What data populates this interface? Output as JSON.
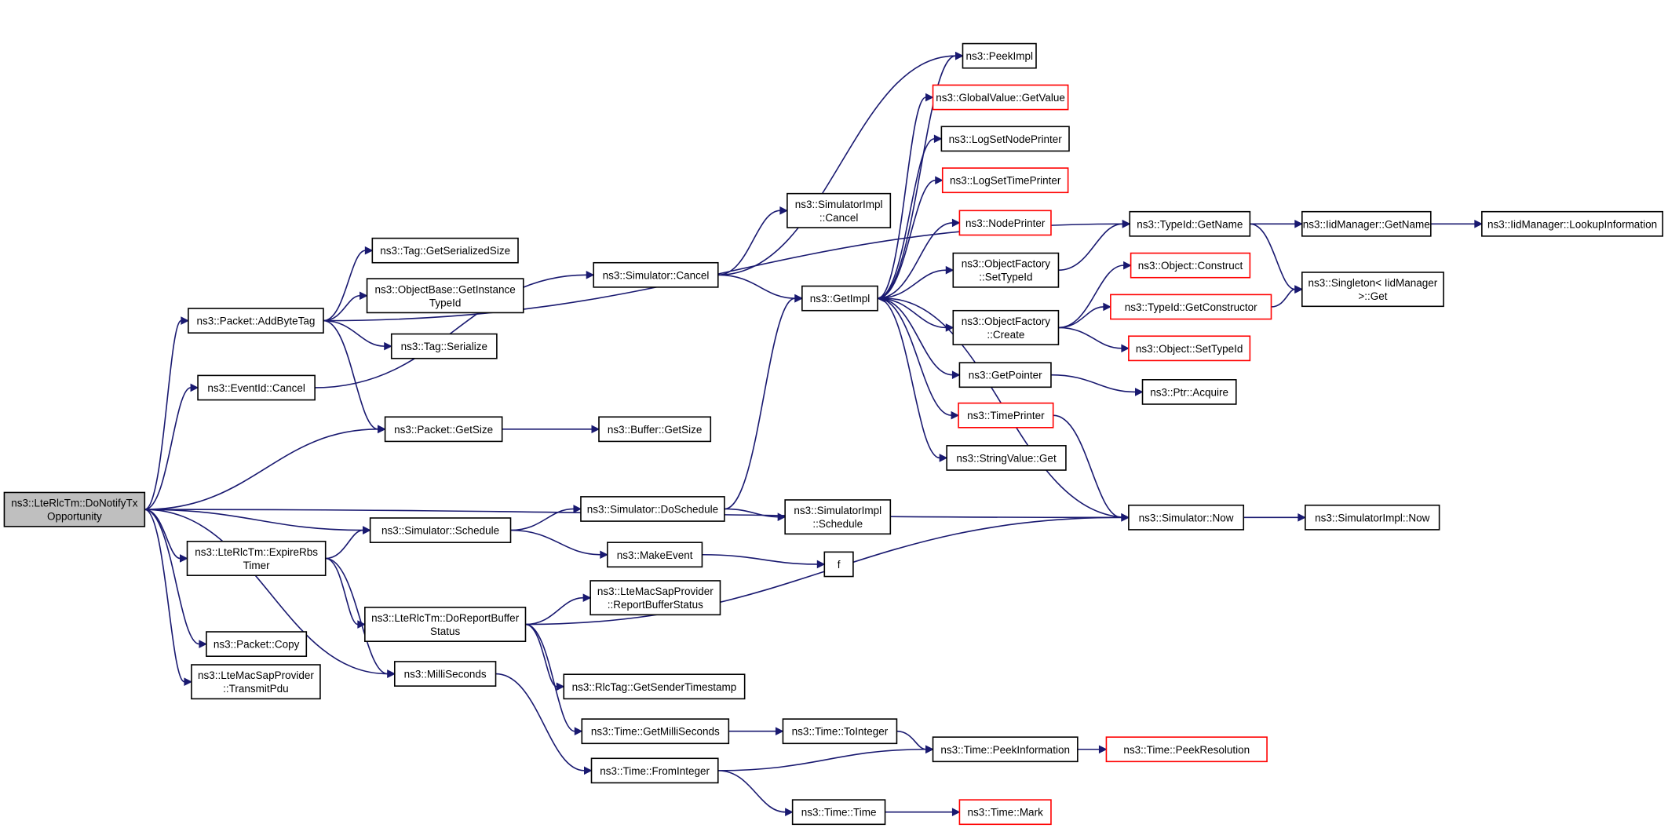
{
  "nodes": [
    {
      "id": "root",
      "lines": [
        "ns3::LteRlcTm::DoNotifyTx",
        "Opportunity"
      ],
      "kind": "root"
    },
    {
      "id": "addbytetag",
      "lines": [
        "ns3::Packet::AddByteTag"
      ]
    },
    {
      "id": "eventcancel",
      "lines": [
        "ns3::EventId::Cancel"
      ]
    },
    {
      "id": "expirerbs",
      "lines": [
        "ns3::LteRlcTm::ExpireRbs",
        "Timer"
      ]
    },
    {
      "id": "pktcopy",
      "lines": [
        "ns3::Packet::Copy"
      ]
    },
    {
      "id": "transmitpdu",
      "lines": [
        "ns3::LteMacSapProvider",
        "::TransmitPdu"
      ]
    },
    {
      "id": "taggetser",
      "lines": [
        "ns3::Tag::GetSerializedSize"
      ]
    },
    {
      "id": "objbase",
      "lines": [
        "ns3::ObjectBase::GetInstance",
        "TypeId"
      ]
    },
    {
      "id": "tagser",
      "lines": [
        "ns3::Tag::Serialize"
      ]
    },
    {
      "id": "pktgetsize",
      "lines": [
        "ns3::Packet::GetSize"
      ]
    },
    {
      "id": "schedule",
      "lines": [
        "ns3::Simulator::Schedule"
      ]
    },
    {
      "id": "doreport",
      "lines": [
        "ns3::LteRlcTm::DoReportBuffer",
        "Status"
      ]
    },
    {
      "id": "millis",
      "lines": [
        "ns3::MilliSeconds"
      ]
    },
    {
      "id": "simcancel",
      "lines": [
        "ns3::Simulator::Cancel"
      ]
    },
    {
      "id": "bufgetsize",
      "lines": [
        "ns3::Buffer::GetSize"
      ]
    },
    {
      "id": "doschedule",
      "lines": [
        "ns3::Simulator::DoSchedule"
      ]
    },
    {
      "id": "makeevent",
      "lines": [
        "ns3::MakeEvent"
      ]
    },
    {
      "id": "reportbuf",
      "lines": [
        "ns3::LteMacSapProvider",
        "::ReportBufferStatus"
      ]
    },
    {
      "id": "rlctag",
      "lines": [
        "ns3::RlcTag::GetSenderTimestamp"
      ]
    },
    {
      "id": "getmillis",
      "lines": [
        "ns3::Time::GetMilliSeconds"
      ]
    },
    {
      "id": "frominteger",
      "lines": [
        "ns3::Time::FromInteger"
      ]
    },
    {
      "id": "simimplcancel",
      "lines": [
        "ns3::SimulatorImpl",
        "::Cancel"
      ]
    },
    {
      "id": "getimpl",
      "lines": [
        "ns3::GetImpl"
      ]
    },
    {
      "id": "simimplsched",
      "lines": [
        "ns3::SimulatorImpl",
        "::Schedule"
      ]
    },
    {
      "id": "f",
      "lines": [
        "f"
      ]
    },
    {
      "id": "tointeger",
      "lines": [
        "ns3::Time::ToInteger"
      ]
    },
    {
      "id": "timetime",
      "lines": [
        "ns3::Time::Time"
      ]
    },
    {
      "id": "peekimpl",
      "lines": [
        "ns3::PeekImpl"
      ]
    },
    {
      "id": "globalvalue",
      "lines": [
        "ns3::GlobalValue::GetValue"
      ],
      "kind": "truncated"
    },
    {
      "id": "lognode",
      "lines": [
        "ns3::LogSetNodePrinter"
      ]
    },
    {
      "id": "logtime",
      "lines": [
        "ns3::LogSetTimePrinter"
      ],
      "kind": "truncated"
    },
    {
      "id": "nodeprinter",
      "lines": [
        "ns3::NodePrinter"
      ],
      "kind": "truncated"
    },
    {
      "id": "objfactsettype",
      "lines": [
        "ns3::ObjectFactory",
        "::SetTypeId"
      ]
    },
    {
      "id": "objfactcreate",
      "lines": [
        "ns3::ObjectFactory",
        "::Create"
      ]
    },
    {
      "id": "getpointer",
      "lines": [
        "ns3::GetPointer"
      ]
    },
    {
      "id": "timeprinter",
      "lines": [
        "ns3::TimePrinter"
      ],
      "kind": "truncated"
    },
    {
      "id": "stringvalue",
      "lines": [
        "ns3::StringValue::Get"
      ]
    },
    {
      "id": "peekinfo",
      "lines": [
        "ns3::Time::PeekInformation"
      ]
    },
    {
      "id": "timemark",
      "lines": [
        "ns3::Time::Mark"
      ],
      "kind": "truncated"
    },
    {
      "id": "typeidgetname",
      "lines": [
        "ns3::TypeId::GetName"
      ]
    },
    {
      "id": "objconstruct",
      "lines": [
        "ns3::Object::Construct"
      ],
      "kind": "truncated"
    },
    {
      "id": "typeidgetctor",
      "lines": [
        "ns3::TypeId::GetConstructor"
      ],
      "kind": "truncated"
    },
    {
      "id": "objsettypeid",
      "lines": [
        "ns3::Object::SetTypeId"
      ],
      "kind": "truncated"
    },
    {
      "id": "ptracquire",
      "lines": [
        "ns3::Ptr::Acquire"
      ]
    },
    {
      "id": "simnow",
      "lines": [
        "ns3::Simulator::Now"
      ]
    },
    {
      "id": "peekres",
      "lines": [
        "ns3::Time::PeekResolution"
      ],
      "kind": "truncated"
    },
    {
      "id": "iidgetname",
      "lines": [
        "ns3::IidManager::GetName"
      ]
    },
    {
      "id": "singleton",
      "lines": [
        "ns3::Singleton< IidManager",
        ">::Get"
      ]
    },
    {
      "id": "simimplnow",
      "lines": [
        "ns3::SimulatorImpl::Now"
      ]
    },
    {
      "id": "iidlookup",
      "lines": [
        "ns3::IidManager::LookupInformation"
      ]
    }
  ],
  "edges": [
    [
      "root",
      "addbytetag"
    ],
    [
      "root",
      "eventcancel"
    ],
    [
      "root",
      "pktgetsize"
    ],
    [
      "root",
      "simnow"
    ],
    [
      "root",
      "schedule"
    ],
    [
      "root",
      "expirerbs"
    ],
    [
      "root",
      "millis"
    ],
    [
      "root",
      "pktcopy"
    ],
    [
      "root",
      "transmitpdu"
    ],
    [
      "addbytetag",
      "typeidgetname"
    ],
    [
      "addbytetag",
      "taggetser"
    ],
    [
      "addbytetag",
      "objbase"
    ],
    [
      "addbytetag",
      "tagser"
    ],
    [
      "addbytetag",
      "pktgetsize"
    ],
    [
      "eventcancel",
      "simcancel"
    ],
    [
      "pktgetsize",
      "bufgetsize"
    ],
    [
      "schedule",
      "doschedule"
    ],
    [
      "schedule",
      "makeevent"
    ],
    [
      "expirerbs",
      "schedule"
    ],
    [
      "expirerbs",
      "doreport"
    ],
    [
      "expirerbs",
      "millis"
    ],
    [
      "doreport",
      "reportbuf"
    ],
    [
      "doreport",
      "simnow"
    ],
    [
      "doreport",
      "rlctag"
    ],
    [
      "doreport",
      "getmillis"
    ],
    [
      "millis",
      "frominteger"
    ],
    [
      "simcancel",
      "simimplcancel"
    ],
    [
      "simcancel",
      "getimpl"
    ],
    [
      "simcancel",
      "peekimpl"
    ],
    [
      "doschedule",
      "getimpl"
    ],
    [
      "doschedule",
      "simimplsched"
    ],
    [
      "makeevent",
      "f"
    ],
    [
      "getmillis",
      "tointeger"
    ],
    [
      "frominteger",
      "peekinfo"
    ],
    [
      "frominteger",
      "timetime"
    ],
    [
      "tointeger",
      "peekinfo"
    ],
    [
      "timetime",
      "timemark"
    ],
    [
      "getimpl",
      "peekimpl"
    ],
    [
      "getimpl",
      "globalvalue"
    ],
    [
      "getimpl",
      "lognode"
    ],
    [
      "getimpl",
      "logtime"
    ],
    [
      "getimpl",
      "nodeprinter"
    ],
    [
      "getimpl",
      "objfactsettype"
    ],
    [
      "getimpl",
      "objfactcreate"
    ],
    [
      "getimpl",
      "getpointer"
    ],
    [
      "getimpl",
      "timeprinter"
    ],
    [
      "getimpl",
      "stringvalue"
    ],
    [
      "objfactsettype",
      "typeidgetname"
    ],
    [
      "objfactcreate",
      "objconstruct"
    ],
    [
      "objfactcreate",
      "typeidgetctor"
    ],
    [
      "objfactcreate",
      "objsettypeid"
    ],
    [
      "getpointer",
      "ptracquire"
    ],
    [
      "timeprinter",
      "simnow"
    ],
    [
      "simnow",
      "getimpl"
    ],
    [
      "simnow",
      "simimplnow"
    ],
    [
      "peekinfo",
      "peekres"
    ],
    [
      "typeidgetname",
      "iidgetname"
    ],
    [
      "typeidgetname",
      "singleton"
    ],
    [
      "typeidgetctor",
      "singleton"
    ],
    [
      "iidgetname",
      "iidlookup"
    ]
  ]
}
